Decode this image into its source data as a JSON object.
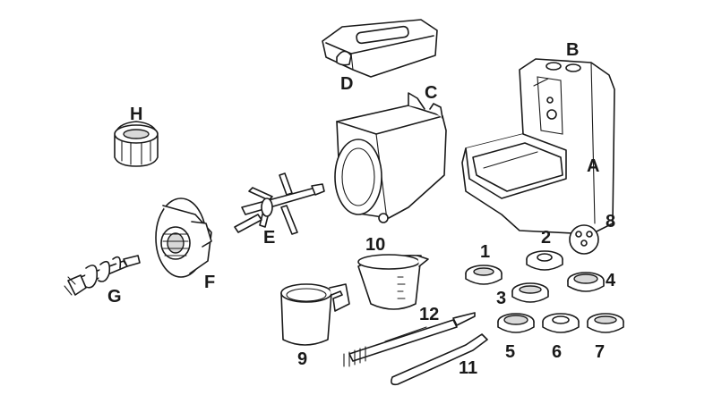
{
  "diagram": {
    "labels": {
      "A": "A",
      "B": "B",
      "C": "C",
      "D": "D",
      "E": "E",
      "F": "F",
      "G": "G",
      "H": "H",
      "n1": "1",
      "n2": "2",
      "n3": "3",
      "n4": "4",
      "n5": "5",
      "n6": "6",
      "n7": "7",
      "n8": "8",
      "n9": "9",
      "n10": "10",
      "n11": "11",
      "n12": "12"
    },
    "colors": {
      "line": "#1a1a1a",
      "fill": "#ffffff",
      "shade": "#d9d9d9"
    }
  }
}
